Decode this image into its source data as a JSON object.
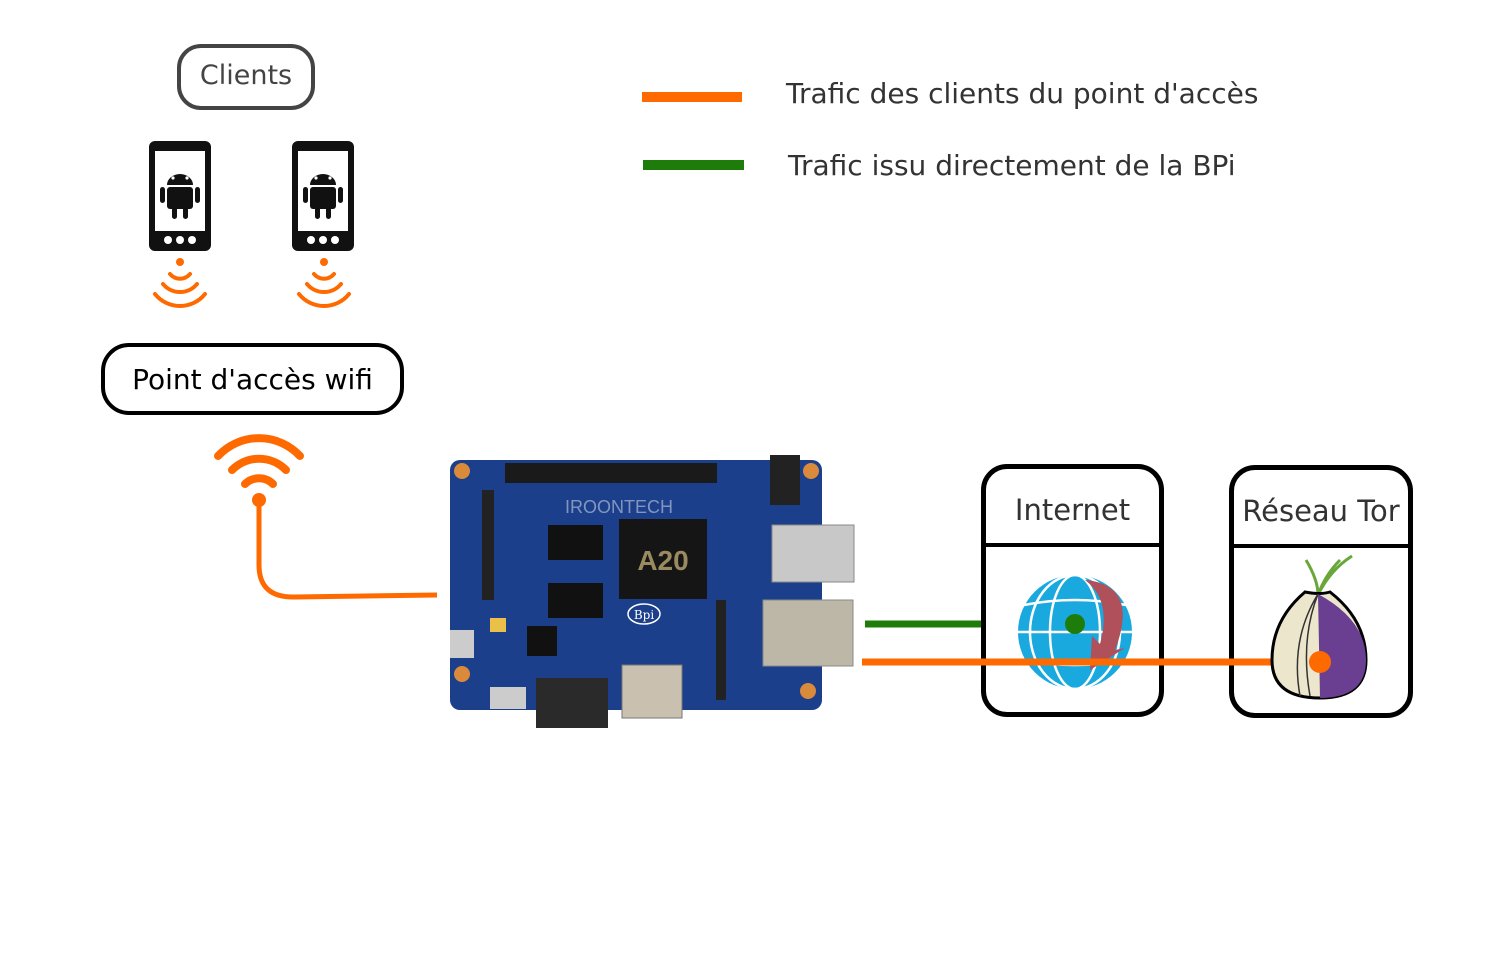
{
  "clients_label": "Clients",
  "access_point_label": "Point d'accès wifi",
  "legend": [
    {
      "label": "Trafic des clients du point d'accès",
      "color": "#ff6a00"
    },
    {
      "label": "Trafic issu directement de la BPi",
      "color": "#1e7d0a"
    }
  ],
  "internet_label": "Internet",
  "tor_label": "Réseau Tor",
  "board": {
    "chip_text": "A20",
    "watermark": "IROONTECH",
    "logo": "Bpi"
  },
  "colors": {
    "orange": "#ff6a00",
    "green": "#1e7d0a",
    "board": "#1b3f8a"
  },
  "icons": [
    "android-phone-icon",
    "wifi-signal-icon",
    "banana-pi-board",
    "globe-icon",
    "tor-onion-icon"
  ]
}
